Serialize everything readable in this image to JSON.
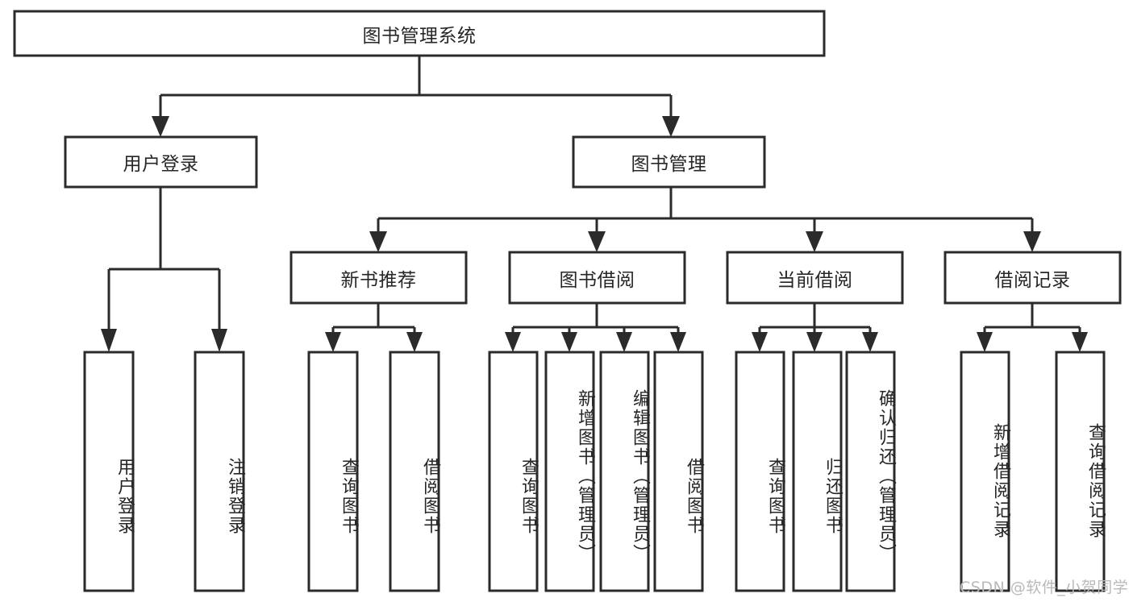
{
  "diagram": {
    "type": "tree-hierarchy",
    "title": "图书管理系统",
    "watermark": "CSDN @软件_小贺同学",
    "colors": {
      "stroke": "#2b2b2b",
      "box_fill": "#ffffff",
      "text": "#262626",
      "background": "#ffffff",
      "watermark": "#b9b9b9"
    },
    "root": {
      "label": "图书管理系统"
    },
    "level2": [
      {
        "label": "用户登录"
      },
      {
        "label": "图书管理"
      }
    ],
    "level3": [
      {
        "label": "新书推荐"
      },
      {
        "label": "图书借阅"
      },
      {
        "label": "当前借阅"
      },
      {
        "label": "借阅记录"
      }
    ],
    "leaves": {
      "user_login": [
        {
          "label": "用户登录"
        },
        {
          "label": "注销登录"
        }
      ],
      "new_book": [
        {
          "label": "查询图书"
        },
        {
          "label": "借阅图书"
        }
      ],
      "book_borrow": [
        {
          "label": "查询图书"
        },
        {
          "label": "新增图书（管理员）"
        },
        {
          "label": "编辑图书（管理员）"
        },
        {
          "label": "借阅图书"
        }
      ],
      "current_borrow": [
        {
          "label": "查询图书"
        },
        {
          "label": "归还图书"
        },
        {
          "label": "确认归还（管理员）"
        }
      ],
      "borrow_record": [
        {
          "label": "新增借阅记录"
        },
        {
          "label": "查询借阅记录"
        }
      ]
    }
  }
}
